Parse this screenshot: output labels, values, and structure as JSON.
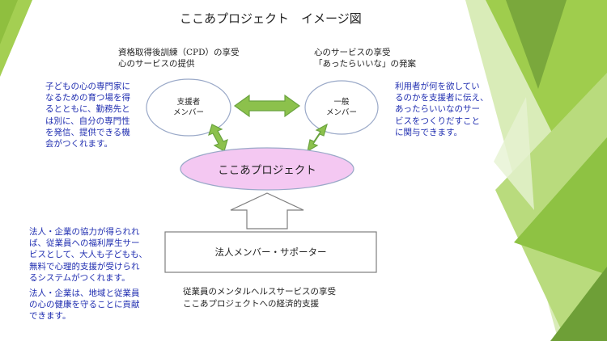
{
  "title": "ここあプロジェクト　イメージ図",
  "notes": {
    "top_left": [
      "資格取得後訓練（CPD）の享受",
      "心のサービスの提供"
    ],
    "top_right": [
      "心のサービスの享受",
      "「あったらいいな」の発案"
    ],
    "bottom": [
      "従業員のメンタルヘルスサービスの享受",
      "ここあプロジェクトへの経済的支援"
    ]
  },
  "nodes": {
    "supporter": [
      "支援者",
      "メンバー"
    ],
    "general": [
      "一般",
      "メンバー"
    ],
    "project": "ここあプロジェクト",
    "corporate": "法人メンバー・サポーター"
  },
  "descriptions": {
    "left_top": [
      "子どもの心の専門家に",
      "なるための育つ場を得",
      "るとともに、勤務先と",
      "は別に、自分の専門性",
      "を発信、提供できる機",
      "会がつくれます。"
    ],
    "right_top": [
      "利用者が何を欲してい",
      "るのかを支援者に伝え、",
      "あったらいいなのサー",
      "ビスをつくりだすこと",
      "に関与できます。"
    ],
    "left_bottom_1": [
      "法人・企業の協力が得られれ",
      "ば、従業員への福利厚生サー",
      "ビスとして、大人も子どもも、",
      "無料で心理的支援が受けられ",
      "るシステムがつくれます。"
    ],
    "left_bottom_2": [
      "法人・企業は、地域と従業員",
      "の心の健康を守ることに貢献",
      "できます。"
    ]
  },
  "colors": {
    "text_blue": "#1f2db0",
    "arrow_green": "#6aa33f",
    "arrow_green_fill": "#8cc14c",
    "oval_pink": "#f4c8f2",
    "oval_border": "#9aa9c8",
    "decor_green_light": "#c7e19a",
    "decor_green_mid": "#9fcd4d",
    "decor_green_dark": "#6e9f37"
  }
}
